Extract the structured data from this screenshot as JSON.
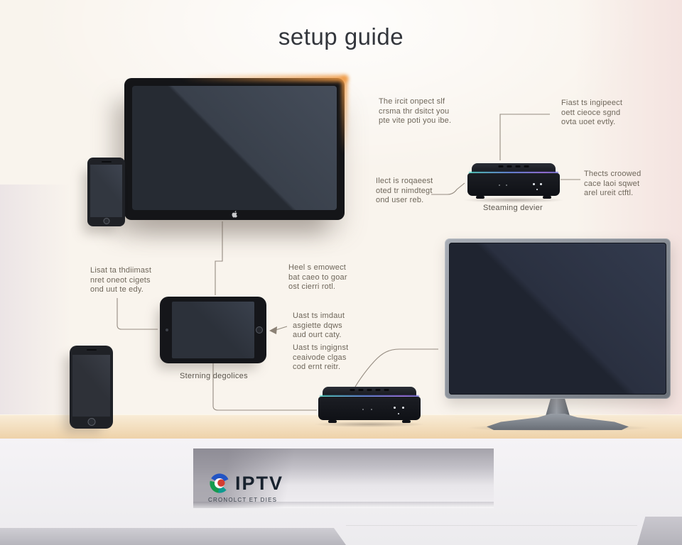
{
  "title": "setup guide",
  "annotations": {
    "t1": {
      "lines": [
        "The ircit onpect slf",
        "crsma thr dsitct you",
        "pte vite poti you ibe."
      ]
    },
    "t2": {
      "lines": [
        "Fiast ts ingipeect",
        "oett cieoce sgnd",
        "ovta uoet evtly."
      ]
    },
    "t3": {
      "lines": [
        "Thects croowed",
        "cace laoi sqwet",
        "arel ureit ctftl."
      ]
    },
    "t4": {
      "lines": [
        "Ilect is roqaeest",
        "oted tr nimdtegt",
        "ond user reb."
      ]
    },
    "t5": {
      "lines": [
        "Lisat ta thdiimast",
        "nret oneot cigets",
        "ond uut te edy."
      ]
    },
    "t6": {
      "lines": [
        "Heel s emowect",
        "bat caeo to goar",
        "ost cierri rotl."
      ]
    },
    "t7": {
      "lines": [
        "Uast ts imdaut",
        "asgiette dqws",
        "aud ourt caty."
      ]
    },
    "t8": {
      "lines": [
        "Uast ts ingignst",
        "ceaivode clgas",
        "cod ernt reitr."
      ]
    }
  },
  "labels": {
    "streaming_device_top": "Steaming devier",
    "streaming_device_bottom": "Sterning degolices"
  },
  "logo": {
    "name": "IPTV",
    "tagline": "CRONOLCT ET DIES"
  },
  "colors": {
    "background": "#f9f4ed",
    "title_text": "#33363c",
    "annotation_text": "#6e665a",
    "connector_line": "#8b8175",
    "device_body": "#17181d",
    "screen_dark": "#262b33",
    "tv_glow_orange": "#ee9842",
    "led_strip_teal": "#46d2c2",
    "led_strip_blue": "#5f86ea",
    "led_strip_violet": "#9a6ceb",
    "wood_shelf": "#eed2a9",
    "cabinet_white": "#f5f3f6",
    "logo_navy": "#18222e",
    "logo_blue": "#2254c4",
    "logo_red": "#d43c31",
    "logo_green": "#169a4d",
    "logo_teal": "#0d9a90"
  }
}
